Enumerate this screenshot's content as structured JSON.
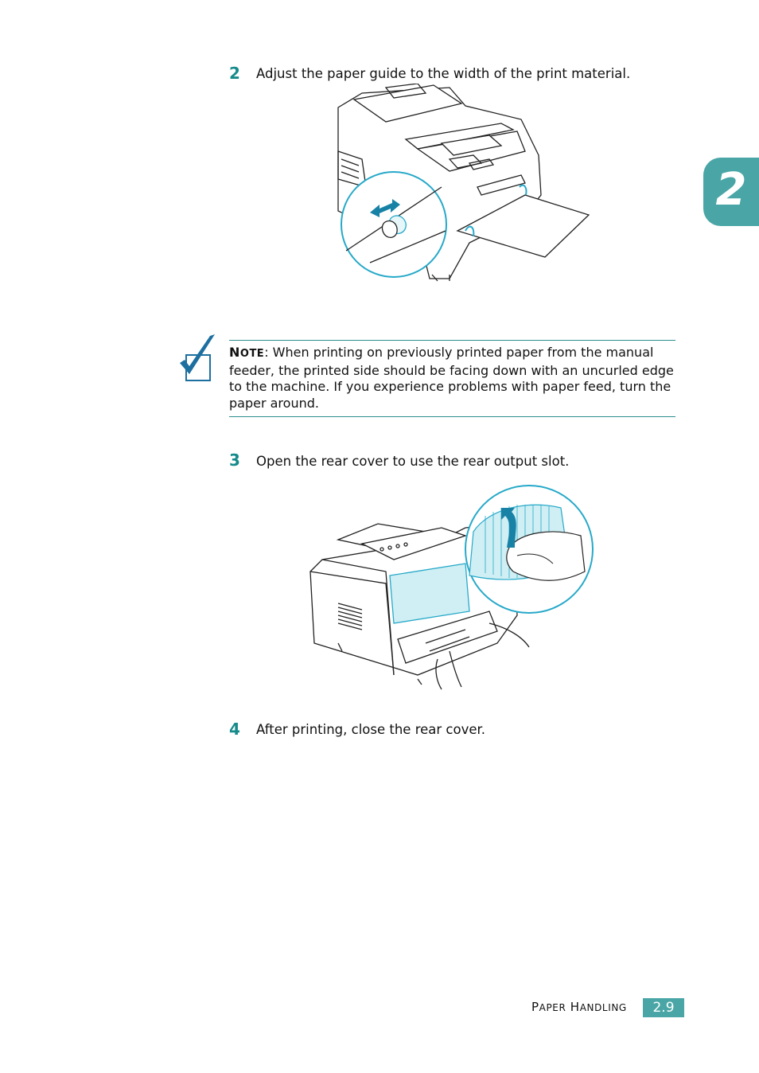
{
  "chapter": {
    "number": "2"
  },
  "steps": [
    {
      "number": "2",
      "text": "Adjust the paper guide to the width of the print material."
    },
    {
      "number": "3",
      "text": "Open the rear cover to use the rear output slot."
    },
    {
      "number": "4",
      "text": "After printing, close the rear cover."
    }
  ],
  "note": {
    "label_first": "N",
    "label_rest": "OTE",
    "text": ": When printing on previously printed paper from the manual feeder, the printed side should be facing down with an uncurled edge to the machine. If you experience problems with paper feed, turn the paper around."
  },
  "footer": {
    "section_first_a": "P",
    "section_rest_a": "APER",
    "section_first_b": "H",
    "section_rest_b": "ANDLING",
    "page": "2.9"
  },
  "colors": {
    "accent": "#178a8a",
    "tab": "#4aa6a6",
    "illustration_fill": "#cfeff4",
    "illustration_stroke": "#27a9c9"
  },
  "icons": {
    "note_icon": "checkmark-icon"
  }
}
